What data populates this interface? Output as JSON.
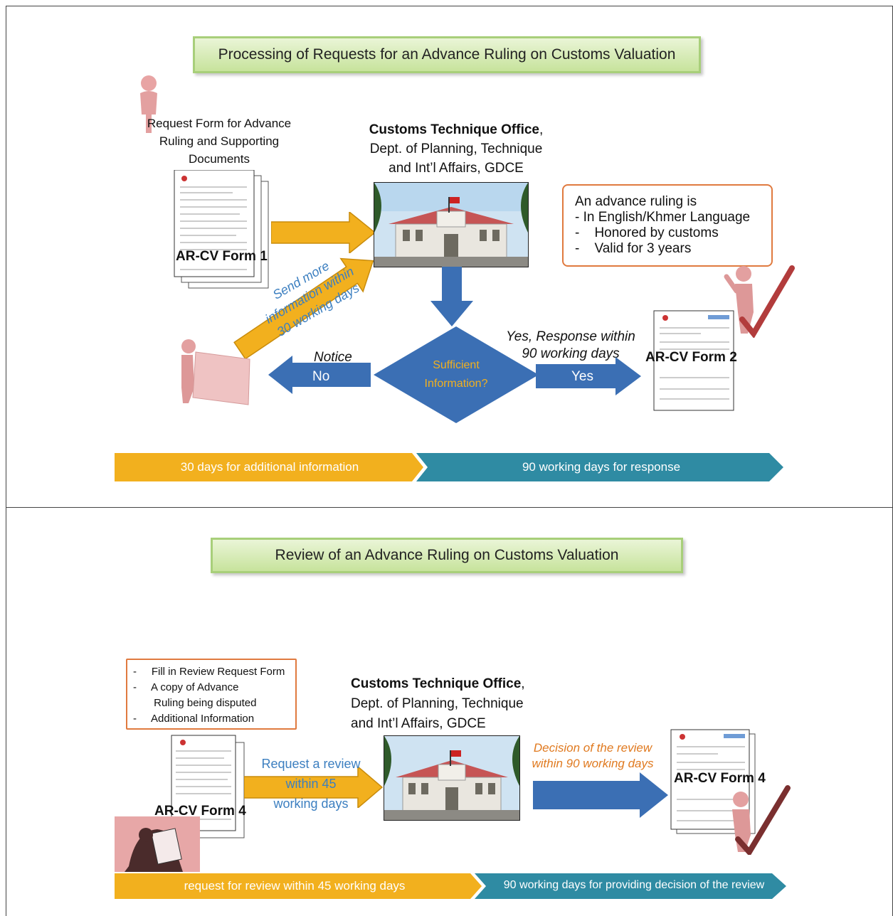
{
  "top": {
    "title": "Processing of Requests for an Advance Ruling on Customs Valuation",
    "request_form_lines": [
      "Request Form for Advance",
      "Ruling and Supporting",
      "Documents"
    ],
    "form1_label": "AR-CV Form 1",
    "office": {
      "name": "Customs Technique Office",
      "name_suffix": ",",
      "line2": "Dept. of Planning, Technique",
      "line3": "and Int’l Affairs, GDCE"
    },
    "ruling_box": {
      "lines": [
        "An advance ruling is",
        "- In English/Khmer Language",
        "-    Honored by customs",
        "-    Valid for 3 years"
      ]
    },
    "send_more_lines": [
      "Send more",
      "information within",
      "30 working days"
    ],
    "notice_label": "Notice",
    "no_label": "No",
    "decision_lines": [
      "Sufficient",
      "Information?"
    ],
    "yes_response_lines": [
      "Yes, Response within",
      "90 working days"
    ],
    "yes_label": "Yes",
    "form2_label": "AR-CV Form 2",
    "timeline": {
      "left_label": "30 days for additional information",
      "right_label": "90 working days for response"
    }
  },
  "bottom": {
    "title": "Review of an Advance Ruling on Customs Valuation",
    "checklist": {
      "items": [
        "-     Fill in Review Request Form",
        "-     A copy of Advance",
        "       Ruling being disputed",
        "-     Additional Information"
      ]
    },
    "form4_left_label": "AR-CV Form 4",
    "request_review_lines": [
      "Request a review",
      "within 45",
      "working days"
    ],
    "office": {
      "name": "Customs Technique Office",
      "name_suffix": ",",
      "line2": "Dept. of Planning, Technique",
      "line3": "and Int’l Affairs, GDCE"
    },
    "decision_review_lines": [
      "Decision of the review",
      "within 90 working days"
    ],
    "form4_right_label": "AR-CV Form 4",
    "timeline": {
      "left_label": "request for review within 45 working days",
      "right_label": "90 working days for providing decision of the review"
    }
  },
  "colors": {
    "orange_arrow": "#f2b01e",
    "blue_arrow": "#3b6fb4",
    "teal_timeline": "#2f8ba3",
    "callout_border": "#e07a3f",
    "italic_blue": "#3c7fc0",
    "italic_orange": "#e07a20"
  }
}
